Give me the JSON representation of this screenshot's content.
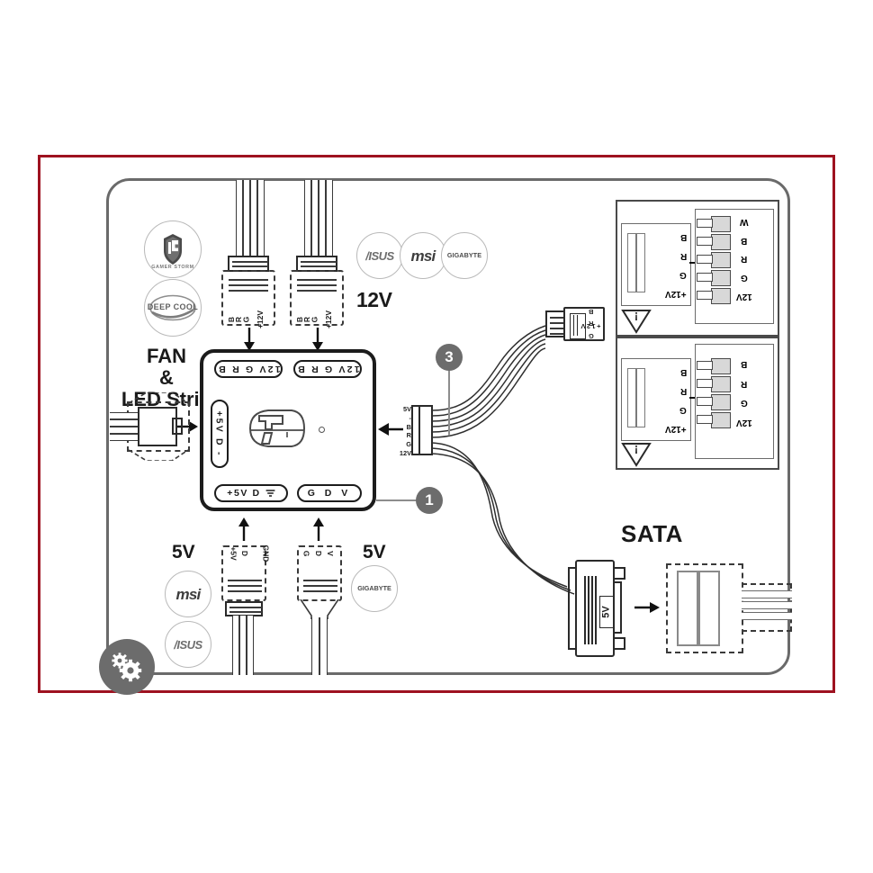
{
  "diagram": {
    "title_absent": true,
    "frame_color": "#9e1220",
    "panel_color": "#6a6a6a"
  },
  "labels": {
    "fan_led_line1": "FAN",
    "fan_led_line2": "&",
    "fan_led_line3": "LED Strip",
    "twelve_v_top": "12V",
    "five_v_left": "5V",
    "five_v_right": "5V",
    "sata": "SATA",
    "sata_conn_text": "5V"
  },
  "badges": [
    {
      "name": "gamer-storm",
      "text": "GAMER STORM"
    },
    {
      "name": "deepcool",
      "text": "DEEP COOL"
    },
    {
      "name": "asus-top",
      "text": "/ISUS"
    },
    {
      "name": "msi-top",
      "text": "msi"
    },
    {
      "name": "gigabyte-top",
      "text": "GIGABYTE"
    },
    {
      "name": "msi-bottom",
      "text": "msi"
    },
    {
      "name": "asus-bottom",
      "text": "/ISUS"
    },
    {
      "name": "gigabyte-bottom",
      "text": "GIGABYTE"
    }
  ],
  "hub": {
    "port_top_left": "12V G R B",
    "port_top_right": "12V G R B",
    "port_left": "+5V D -",
    "port_bottom_left": "+5V D",
    "port_bottom_left_gnd": "GND",
    "port_bottom_right": "G D V",
    "logo": "gamer-storm-shield"
  },
  "cables": {
    "top_left_connector_pins": [
      "+12V",
      "G",
      "R",
      "B"
    ],
    "top_right_connector_pins": [
      "+12V",
      "G",
      "R",
      "B"
    ],
    "bottom_left_connector_pins": [
      "+5V",
      "D",
      "GND"
    ],
    "bottom_right_connector_pins": [
      "V",
      "D",
      "G"
    ],
    "hub_input_pins": [
      "5V",
      "-",
      "B",
      "R",
      "G",
      "12V"
    ],
    "rgb_plug_pins": [
      "+12V",
      "G",
      "R",
      "B"
    ]
  },
  "motherboard": {
    "header_top": {
      "pins": [
        "12V",
        "G",
        "R",
        "B",
        "W"
      ],
      "socket_labels": [
        "+12V",
        "G",
        "R",
        "B"
      ],
      "warning": "!"
    },
    "header_bottom": {
      "pins": [
        "12V",
        "G",
        "R",
        "B"
      ],
      "socket_labels": [
        "+12V",
        "G",
        "R",
        "B"
      ],
      "warning": "!"
    }
  },
  "callouts": [
    {
      "id": "1",
      "label": "1"
    },
    {
      "id": "3",
      "label": "3"
    }
  ],
  "icons": {
    "gear_badge": "gears-icon",
    "arrow_glyph": "→"
  }
}
